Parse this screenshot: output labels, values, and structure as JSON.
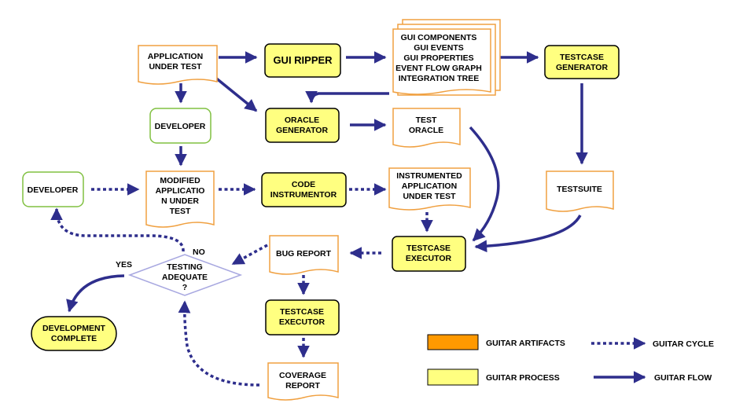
{
  "colors": {
    "process_fill": "#ffff80",
    "artifact_border": "#f0a040",
    "developer_border": "#80c040",
    "decision_border": "#a8a8e0",
    "flow": "#2e2e8c",
    "legend_artifact": "#ff9900",
    "legend_process": "#ffff80"
  },
  "nodes": {
    "aut": [
      "APPLICATION",
      "UNDER TEST"
    ],
    "gui_ripper": [
      "GUI RIPPER"
    ],
    "gui_model": [
      "GUI COMPONENTS",
      "GUI EVENTS",
      "GUI PROPERTIES",
      "EVENT FLOW GRAPH",
      "INTEGRATION TREE"
    ],
    "testcase_generator": [
      "TESTCASE",
      "GENERATOR"
    ],
    "developer_top": [
      "DEVELOPER"
    ],
    "oracle_generator": [
      "ORACLE",
      "GENERATOR"
    ],
    "test_oracle": [
      "TEST",
      "ORACLE"
    ],
    "developer_left": [
      "DEVELOPER"
    ],
    "modified_app": [
      "MODIFIED",
      "APPLICATIO",
      "N UNDER",
      "TEST"
    ],
    "code_instrumentor": [
      "CODE",
      "INSTRUMENTOR"
    ],
    "instrumented_app": [
      "INSTRUMENTED",
      "APPLICATION",
      "UNDER TEST"
    ],
    "testsuite": [
      "TESTSUITE"
    ],
    "testcase_executor_right": [
      "TESTCASE",
      "EXECUTOR"
    ],
    "bug_report": [
      "BUG REPORT"
    ],
    "testing_adequate": [
      "TESTING",
      "ADEQUATE",
      "?"
    ],
    "testcase_executor_mid": [
      "TESTCASE",
      "EXECUTOR"
    ],
    "coverage_report": [
      "COVERAGE",
      "REPORT"
    ],
    "development_complete": [
      "DEVELOPMENT",
      "COMPLETE"
    ]
  },
  "edge_labels": {
    "yes": "YES",
    "no": "NO"
  },
  "legend": {
    "artifacts": "GUITAR ARTIFACTS",
    "process": "GUITAR PROCESS",
    "cycle": "GUITAR CYCLE",
    "flow": "GUITAR FLOW"
  }
}
